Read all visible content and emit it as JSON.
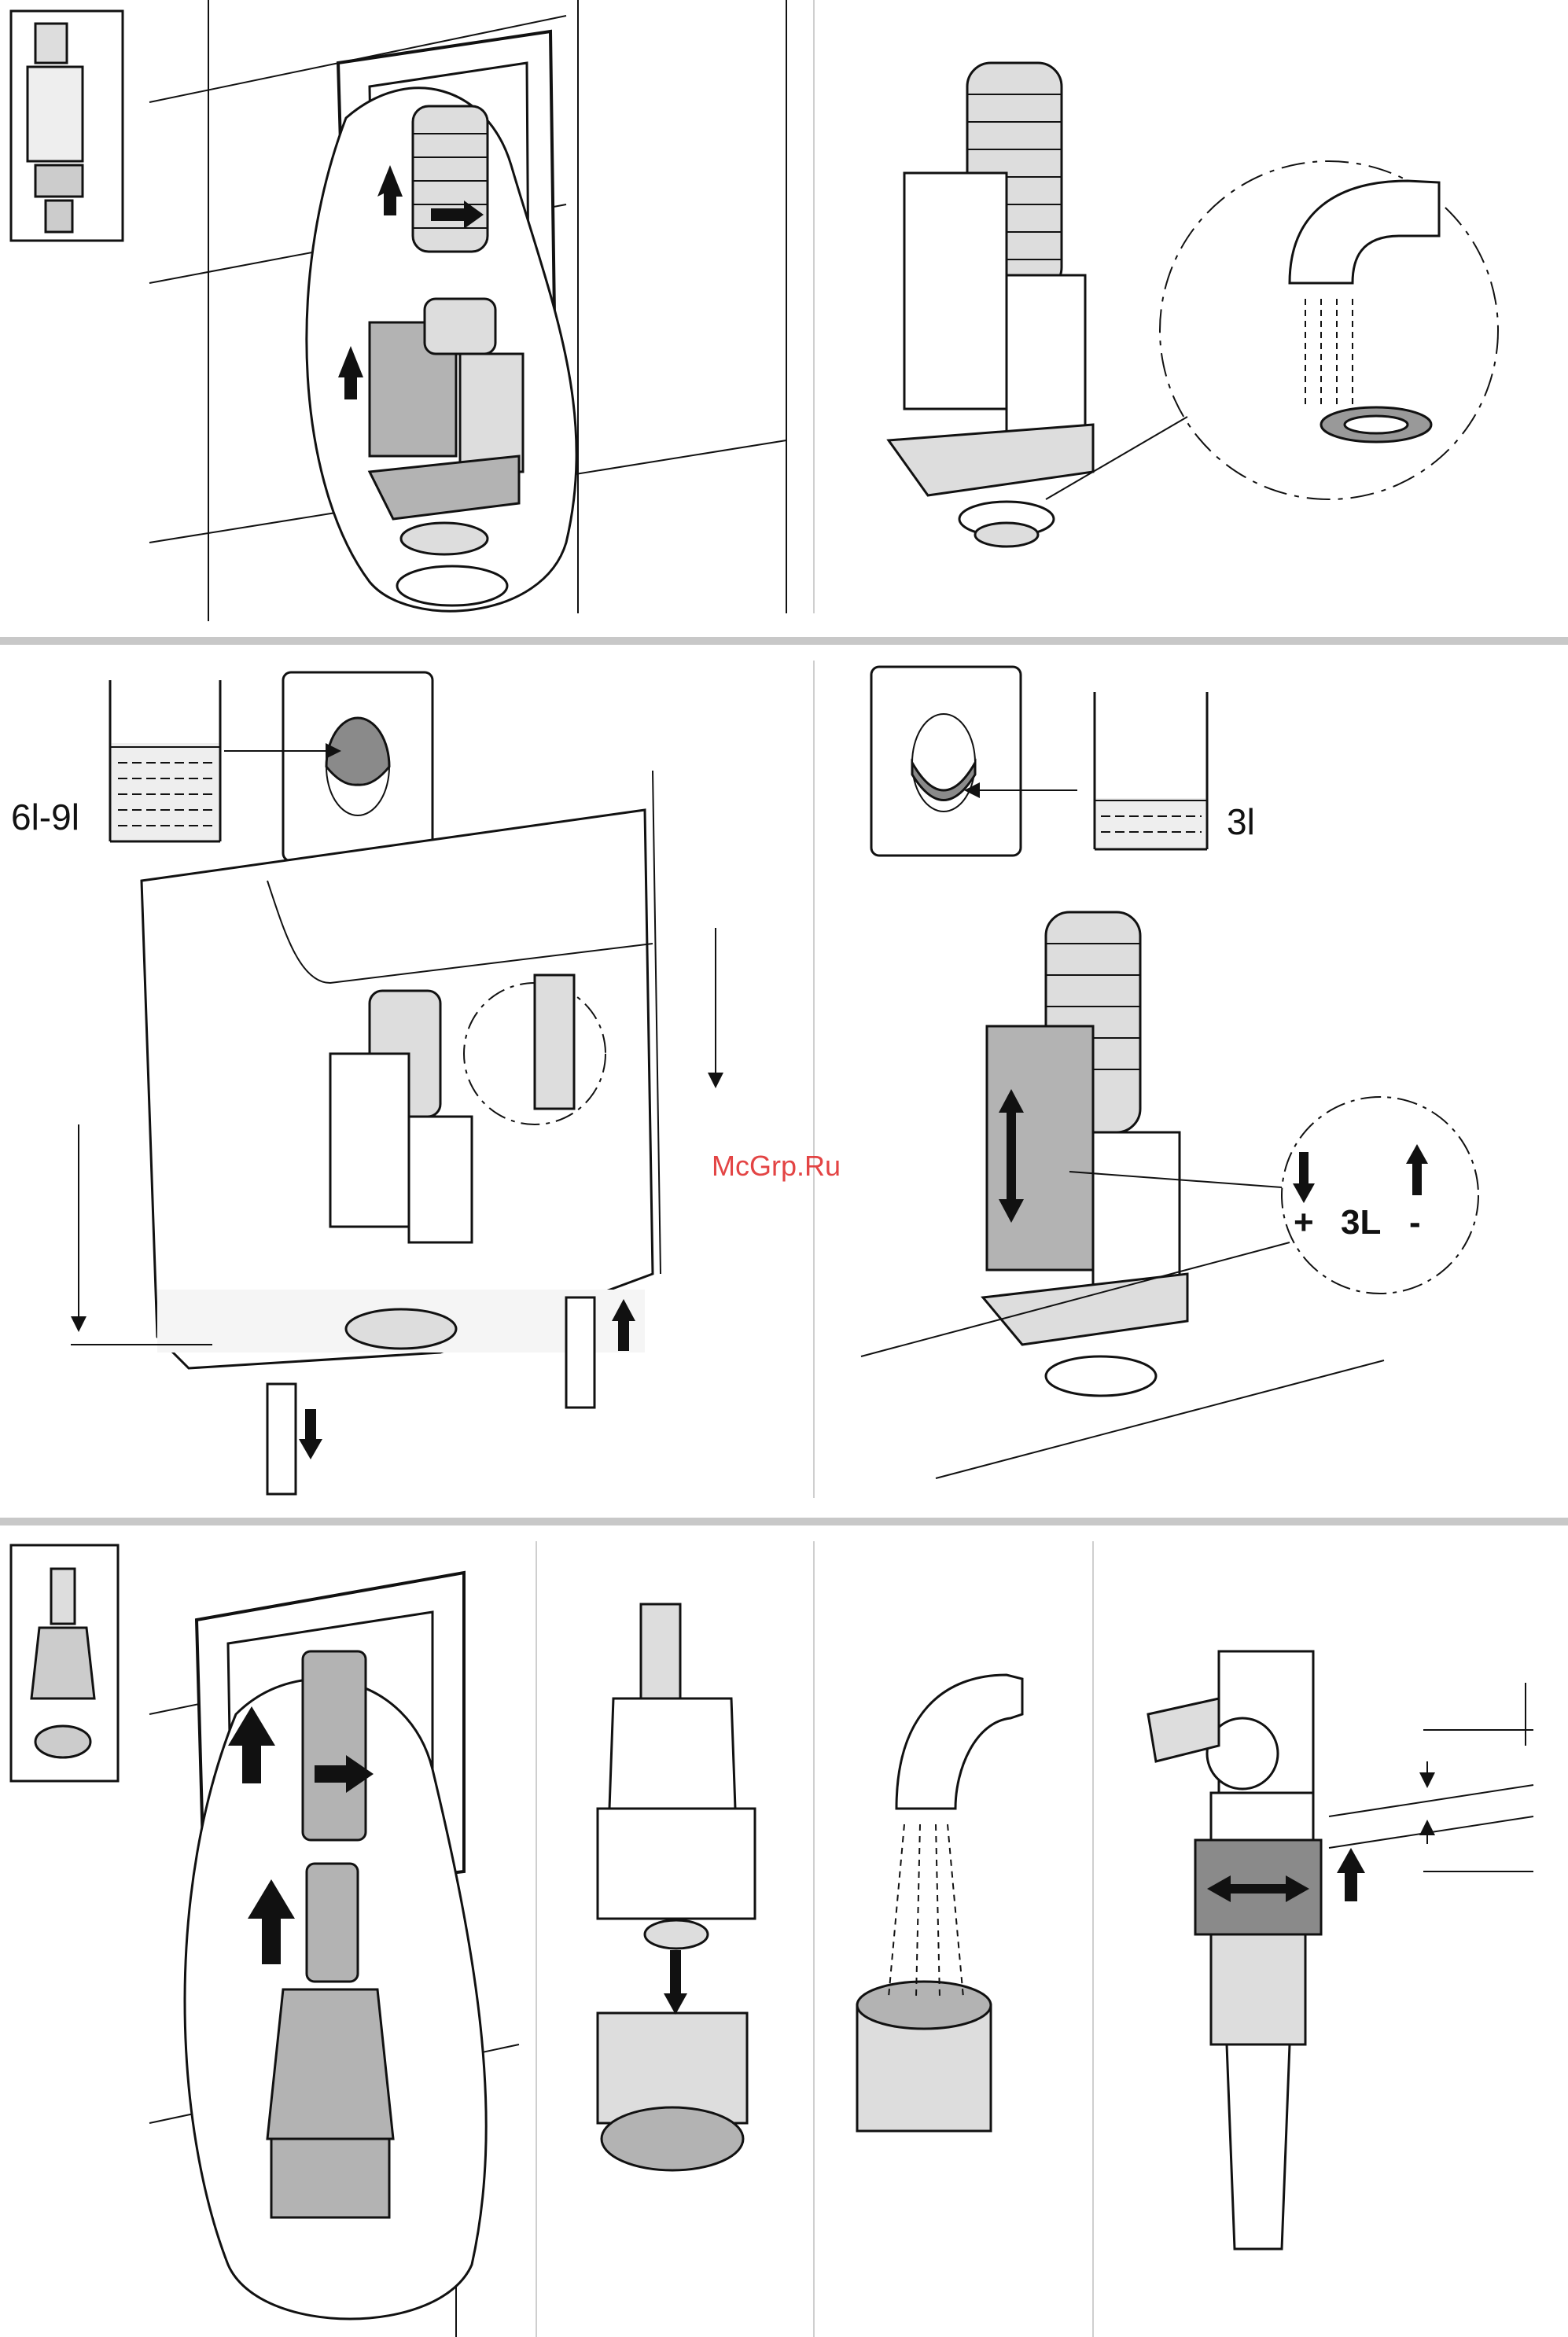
{
  "labels": {
    "volume_range": "6l-9l",
    "volume_small": "3l",
    "adjust_plus": "+",
    "adjust_value": "3L",
    "adjust_minus": "-"
  },
  "watermark": "McGrp.Ru",
  "colors": {
    "line": "#111111",
    "part_gray": "#b3b3b3",
    "dark_gray": "#7a7a7a",
    "divider": "#c8c8c8",
    "watermark": "#e03030"
  },
  "icons": [
    "arrow-up-icon",
    "arrow-right-icon",
    "arrow-down-icon",
    "double-arrow-icon",
    "water-drop-icon"
  ]
}
